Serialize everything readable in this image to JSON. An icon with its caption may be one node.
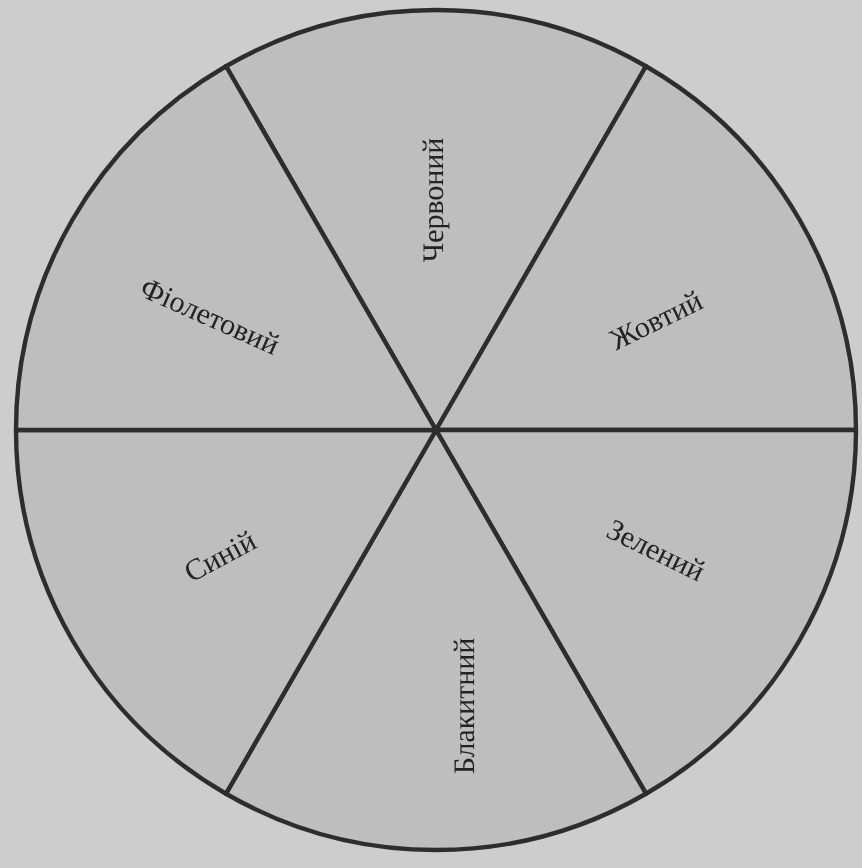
{
  "diagram": {
    "nodes": [
      {
        "text": [
          "Червоний"
        ]
      },
      {
        "text": [
          "Жовтий"
        ]
      },
      {
        "text": [
          "Зелений"
        ]
      },
      {
        "text": [
          "Блакитний"
        ]
      },
      {
        "text": [
          "Синій"
        ]
      },
      {
        "text": [
          "Фіолетовий"
        ]
      }
    ]
  }
}
